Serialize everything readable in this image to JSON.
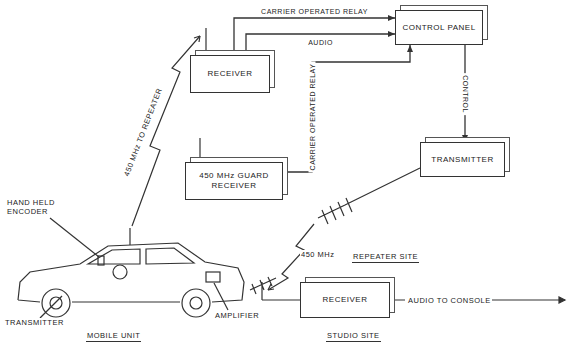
{
  "diagram": {
    "nodes": [
      {
        "text": [
          "RECEIVER"
        ]
      },
      {
        "text": [
          "CONTROL PANEL"
        ]
      },
      {
        "text": [
          "450 MHz GUARD RECEIVER"
        ]
      },
      {
        "text": [
          "TRANSMITTER"
        ]
      },
      {
        "text": [
          "RECEIVER"
        ]
      }
    ],
    "edges": [
      {
        "from": 0,
        "to": 1,
        "label": "CARRIER OPERATED RELAY",
        "arrow": "to"
      },
      {
        "from": 0,
        "to": 1,
        "label": "AUDIO",
        "arrow": "to"
      },
      {
        "from": 2,
        "to": 1,
        "label": "CARRIER OPERATED RELAY",
        "arrow": "to"
      },
      {
        "from": 1,
        "to": 3,
        "label": "CONTROL",
        "arrow": "to"
      }
    ],
    "labels": [
      "HAND HELD ENCODER",
      "450 MHz TO REPEATER",
      "TRANSMITTER",
      "AMPLIFIER",
      "MOBILE UNIT",
      "450 MHz",
      "REPEATER SITE",
      "STUDIO SITE",
      "AUDIO TO CONSOLE"
    ]
  }
}
